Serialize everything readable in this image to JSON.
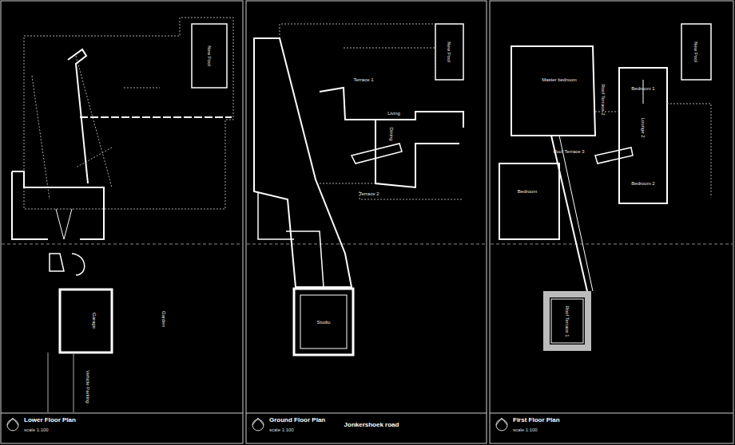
{
  "diagram": {
    "labels": [
      "New Pool",
      "Garage",
      "Garden",
      "Vehicle Parking",
      "Lower Floor Plan",
      "scale 1:100",
      "New Pool",
      "Terrace 1",
      "Living",
      "Dining",
      "Terrace 2",
      "Studio",
      "Ground Floor Plan",
      "scale 1:100",
      "Jonkershoek road",
      "New Pool",
      "Master bedroom",
      "Bedroom 1",
      "Lounge 2",
      "Roof Terrace 2",
      "Roof Terrace 3",
      "Bedroom",
      "Roof Terrace 1",
      "First Floor Plan",
      "scale 1:100",
      "Bedroom 2"
    ]
  }
}
